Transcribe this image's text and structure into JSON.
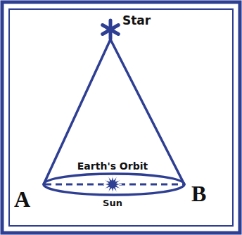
{
  "diagram": {
    "labels": [
      "Star",
      "Earth's Orbit",
      "Sun",
      "A",
      "B"
    ]
  }
}
